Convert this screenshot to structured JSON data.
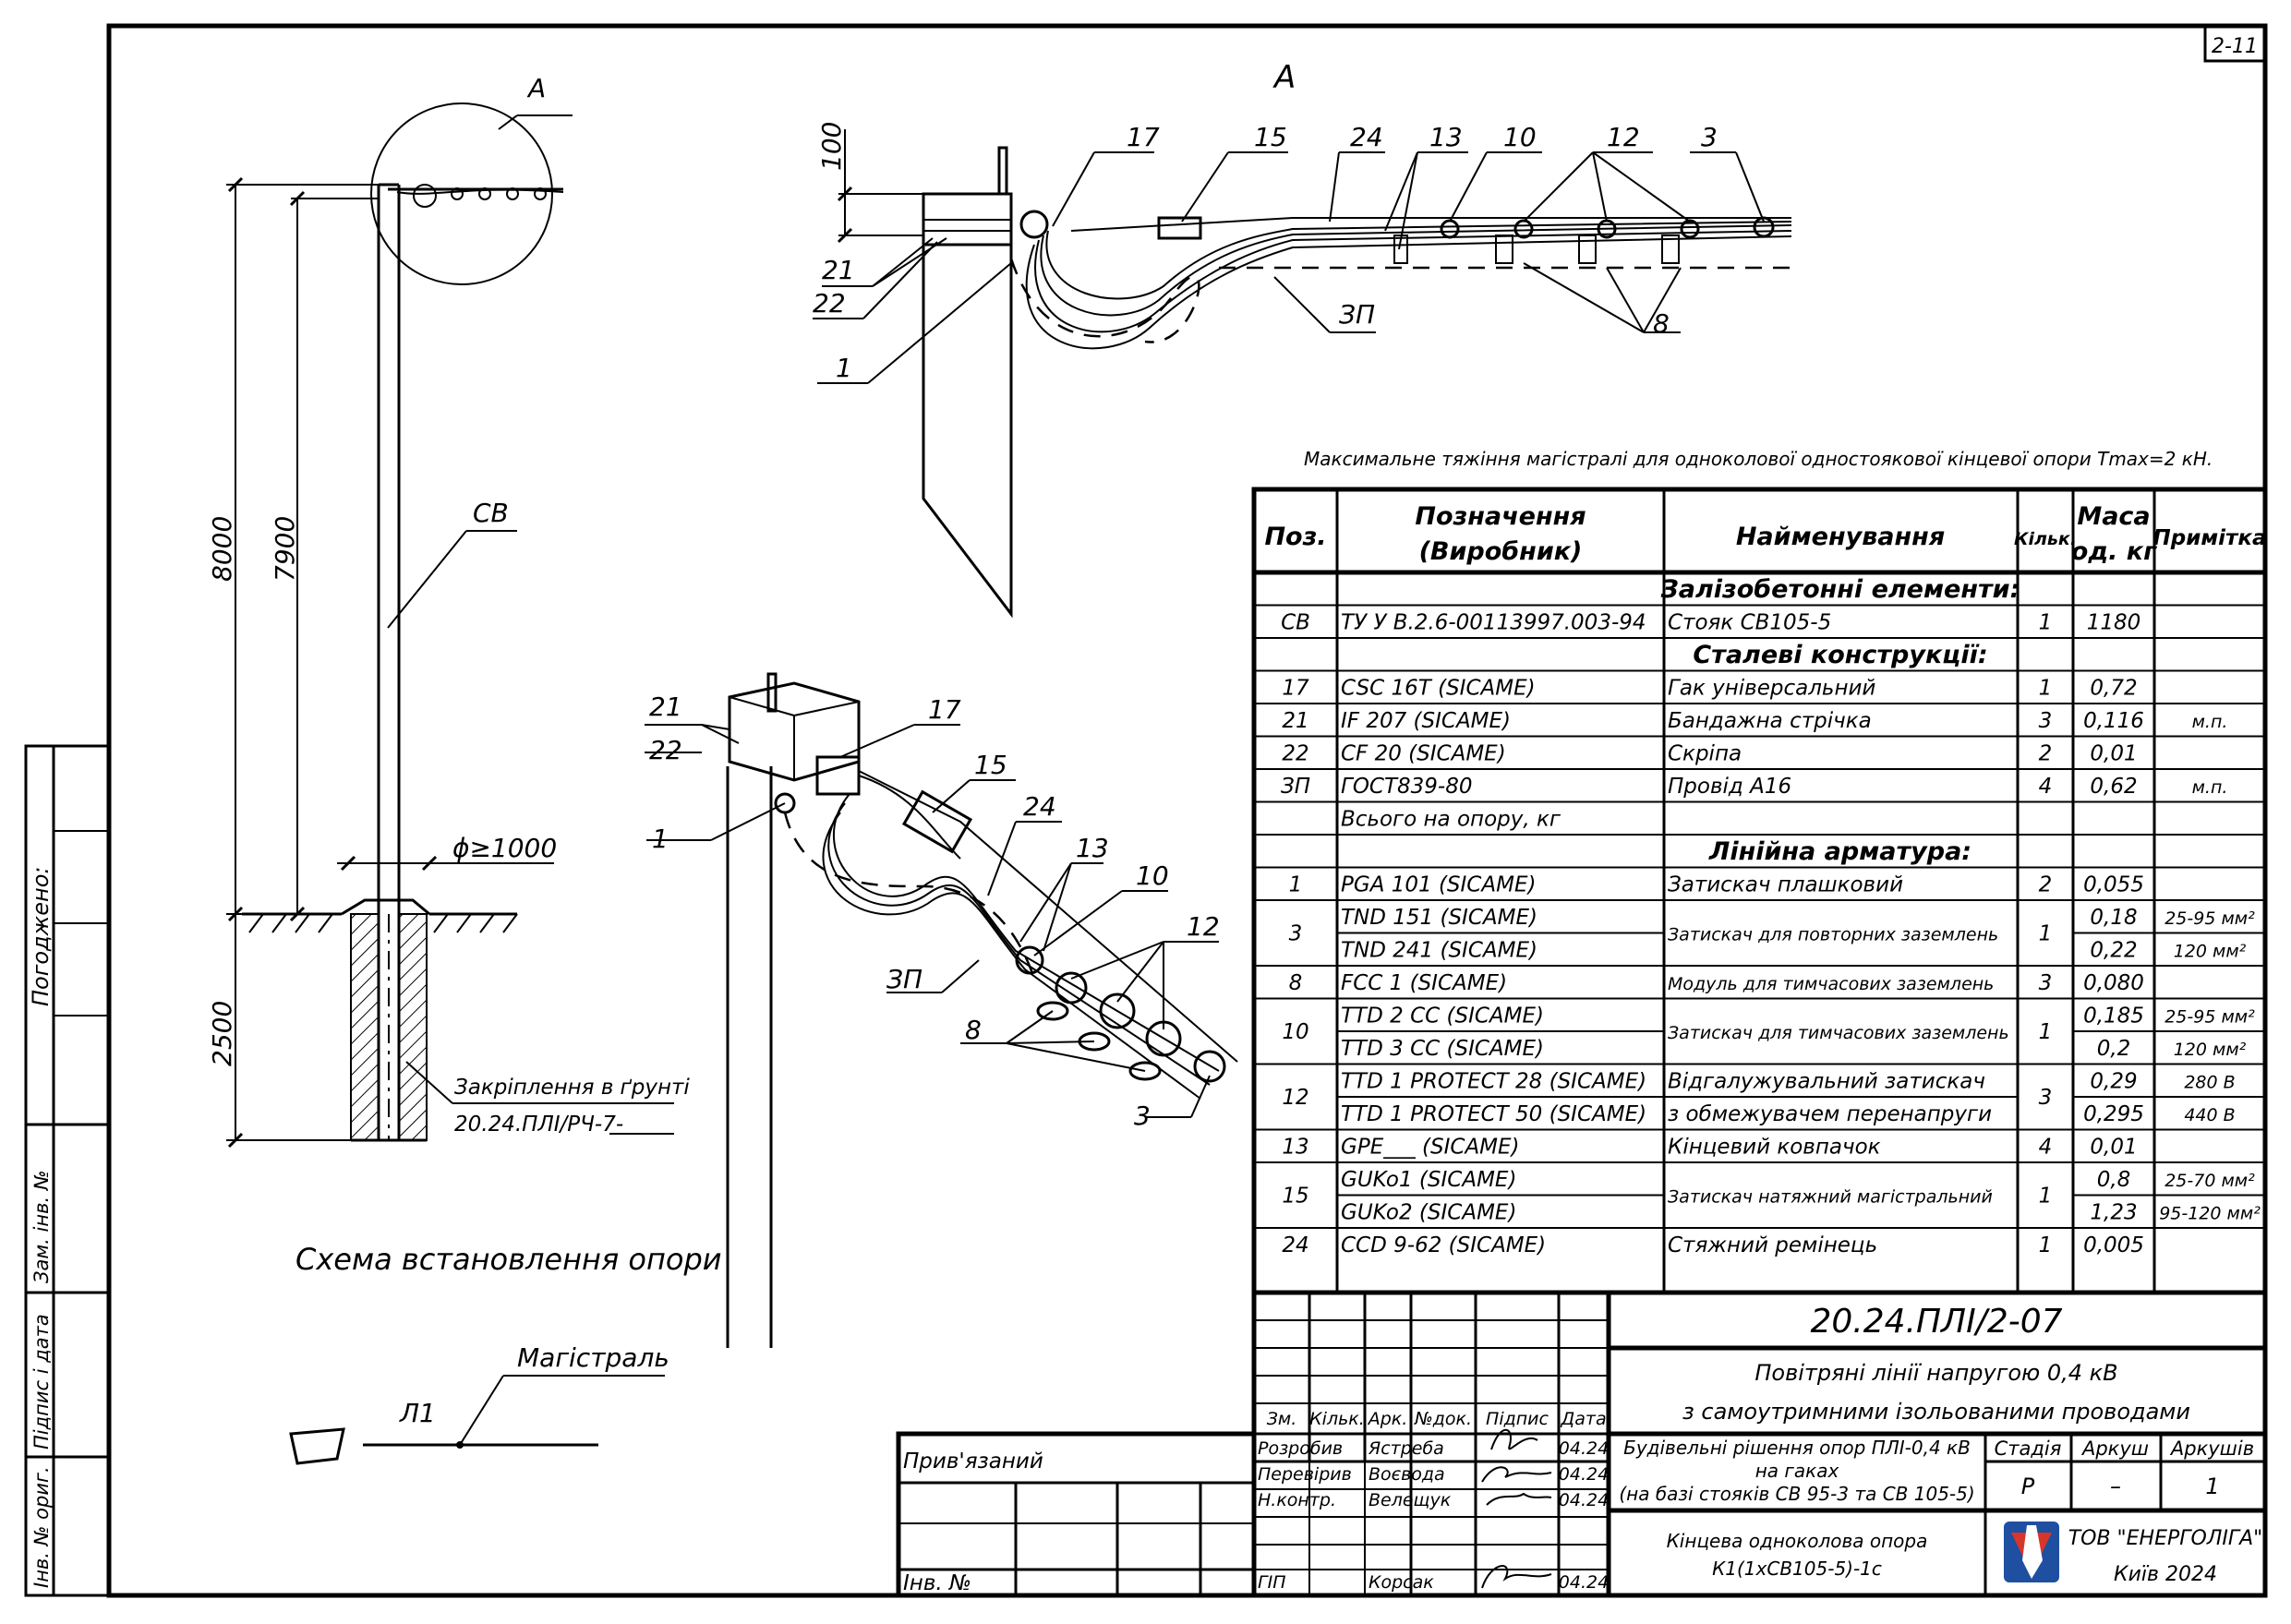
{
  "sheet_number": "2-11",
  "section_marker": "А",
  "install_scheme": {
    "title": "Схема встановлення опори",
    "dim_total": "8000",
    "dim_above": "7900",
    "dim_ground": "2500",
    "diameter": "ϕ≥1000",
    "pole_label": "СВ",
    "fixing_label": "Закріплення в ґрунті",
    "fixing_ref": "20.24.ПЛІ/РЧ-7-",
    "callout_letter": "А"
  },
  "legend": {
    "line_label": "Л1",
    "main_label": "Магістраль"
  },
  "detail": {
    "title": "А",
    "dim_100": "100",
    "callouts_top": [
      "17",
      "15",
      "24",
      "13",
      "10",
      "12",
      "3"
    ],
    "callouts_left": [
      "21",
      "22",
      "1"
    ],
    "callout_zp": "ЗП",
    "callout_8": "8"
  },
  "iso_view": {
    "callouts": [
      "21",
      "22",
      "1",
      "17",
      "15",
      "24",
      "13",
      "10",
      "12",
      "ЗП",
      "8",
      "3"
    ]
  },
  "max_tension_note": "Максимальне тяжіння магістралі для одноколової одностоякової кінцевої опори Tmax=2 кН.",
  "spec_table": {
    "headers": {
      "pos": "Поз.",
      "designation": "Позначення",
      "designation_sub": "(Виробник)",
      "name": "Найменування",
      "qty": "Кільк.",
      "mass": "Маса",
      "mass_sub": "од. кг",
      "note": "Примітка"
    },
    "rows": [
      {
        "section": "Залізобетонні елементи:"
      },
      {
        "pos": "СВ",
        "designation": "ТУ У В.2.6-00113997.003-94",
        "name": "Стояк СВ105-5",
        "qty": "1",
        "mass": "1180",
        "note": ""
      },
      {
        "section": "Сталеві конструкції:"
      },
      {
        "pos": "17",
        "designation": "CSC 16T   (SICAME)",
        "name": "Гак універсальний",
        "qty": "1",
        "mass": "0,72",
        "note": ""
      },
      {
        "pos": "21",
        "designation": "IF 207   (SICAME)",
        "name": "Бандажна стрічка",
        "qty": "3",
        "mass": "0,116",
        "note": "м.п."
      },
      {
        "pos": "22",
        "designation": "CF 20   (SICAME)",
        "name": "Скріпа",
        "qty": "2",
        "mass": "0,01",
        "note": ""
      },
      {
        "pos": "ЗП",
        "designation": "ГОСТ839-80",
        "name": "Провід А16",
        "qty": "4",
        "mass": "0,62",
        "note": "м.п."
      },
      {
        "pos": "",
        "designation": "Всього на опору, кг",
        "name": "",
        "qty": "",
        "mass": "",
        "note": ""
      },
      {
        "section": "Лінійна арматура:"
      },
      {
        "pos": "1",
        "designation": "PGA 101   (SICAME)",
        "name": "Затискач плашковий",
        "qty": "2",
        "mass": "0,055",
        "note": ""
      },
      {
        "pos": "3",
        "designation": "TND 151   (SICAME)",
        "designation2": "TND 241   (SICAME)",
        "name": "Затискач для повторних заземлень",
        "qty": "1",
        "mass": "0,18",
        "mass2": "0,22",
        "note": "25-95 мм²",
        "note2": "120 мм²"
      },
      {
        "pos": "8",
        "designation": "FCC 1   (SICAME)",
        "name": "Модуль для тимчасових заземлень",
        "qty": "3",
        "mass": "0,080",
        "note": ""
      },
      {
        "pos": "10",
        "designation": "TTD 2 CC   (SICAME)",
        "designation2": "TTD 3 CC   (SICAME)",
        "name": "Затискач для тимчасових заземлень",
        "qty": "1",
        "mass": "0,185",
        "mass2": "0,2",
        "note": "25-95 мм²",
        "note2": "120 мм²"
      },
      {
        "pos": "12",
        "designation": "TTD 1 PROTECT 28   (SICAME)",
        "designation2": "TTD 1 PROTECT 50   (SICAME)",
        "name": "Відгалужувальний затискач",
        "name2": "з обмежувачем перенапруги",
        "qty": "3",
        "mass": "0,29",
        "mass2": "0,295",
        "note": "280 В",
        "note2": "440 В"
      },
      {
        "pos": "13",
        "designation": "GPE___   (SICAME)",
        "name": "Кінцевий ковпачок",
        "qty": "4",
        "mass": "0,01",
        "note": ""
      },
      {
        "pos": "15",
        "designation": "GUKo1   (SICAME)",
        "designation2": "GUKo2   (SICAME)",
        "name": "Затискач натяжний магістральний",
        "qty": "1",
        "mass": "0,8",
        "mass2": "1,23",
        "note": "25-70 мм²",
        "note2": "95-120 мм²"
      },
      {
        "pos": "24",
        "designation": "CCD 9-62   (SICAME)",
        "name": "Стяжний ремінець",
        "qty": "1",
        "mass": "0,005",
        "note": ""
      }
    ]
  },
  "title_block": {
    "code": "20.24.ПЛІ/2-07",
    "project_line1": "Повітряні лінії напругою 0,4 кВ",
    "project_line2": "з самоутримними ізольованими проводами",
    "sub_line1": "Будівельні рішення опор ПЛІ-0,4 кВ",
    "sub_line2": "на гаках",
    "sub_line3": "(на базі стояків СВ 95-3 та СВ 105-5)",
    "sheet_title1": "Кінцева одноколова опора",
    "sheet_title2": "К1(1хСВ105-5)-1с",
    "col_headers": [
      "Зм.",
      "Кільк.",
      "Арк.",
      "№док.",
      "Підпис",
      "Дата"
    ],
    "roles": [
      {
        "role": "Розробив",
        "name": "Ястреба",
        "date": "04.24"
      },
      {
        "role": "Перевірив",
        "name": "Воєвода",
        "date": "04.24"
      },
      {
        "role": "Н.контр.",
        "name": "Велещук",
        "date": "04.24"
      },
      {
        "role": "ГІП",
        "name": "Корсак",
        "date": "04.24"
      }
    ],
    "stage_label": "Стадія",
    "sheet_label": "Аркуш",
    "sheets_label": "Аркушів",
    "stage": "Р",
    "sheet": "–",
    "sheets": "1",
    "company": "ТОВ \"ЕНЕРГОЛІГА\"",
    "city": "Київ 2024",
    "attached": "Прив'язаний",
    "inv_label": "Інв. №"
  },
  "side_stamp": {
    "agreed": "Погоджено:",
    "inv_repl": "Зам. інв. №",
    "sign_date": "Підпис і дата",
    "inv_orig": "Інв. № ориг."
  }
}
